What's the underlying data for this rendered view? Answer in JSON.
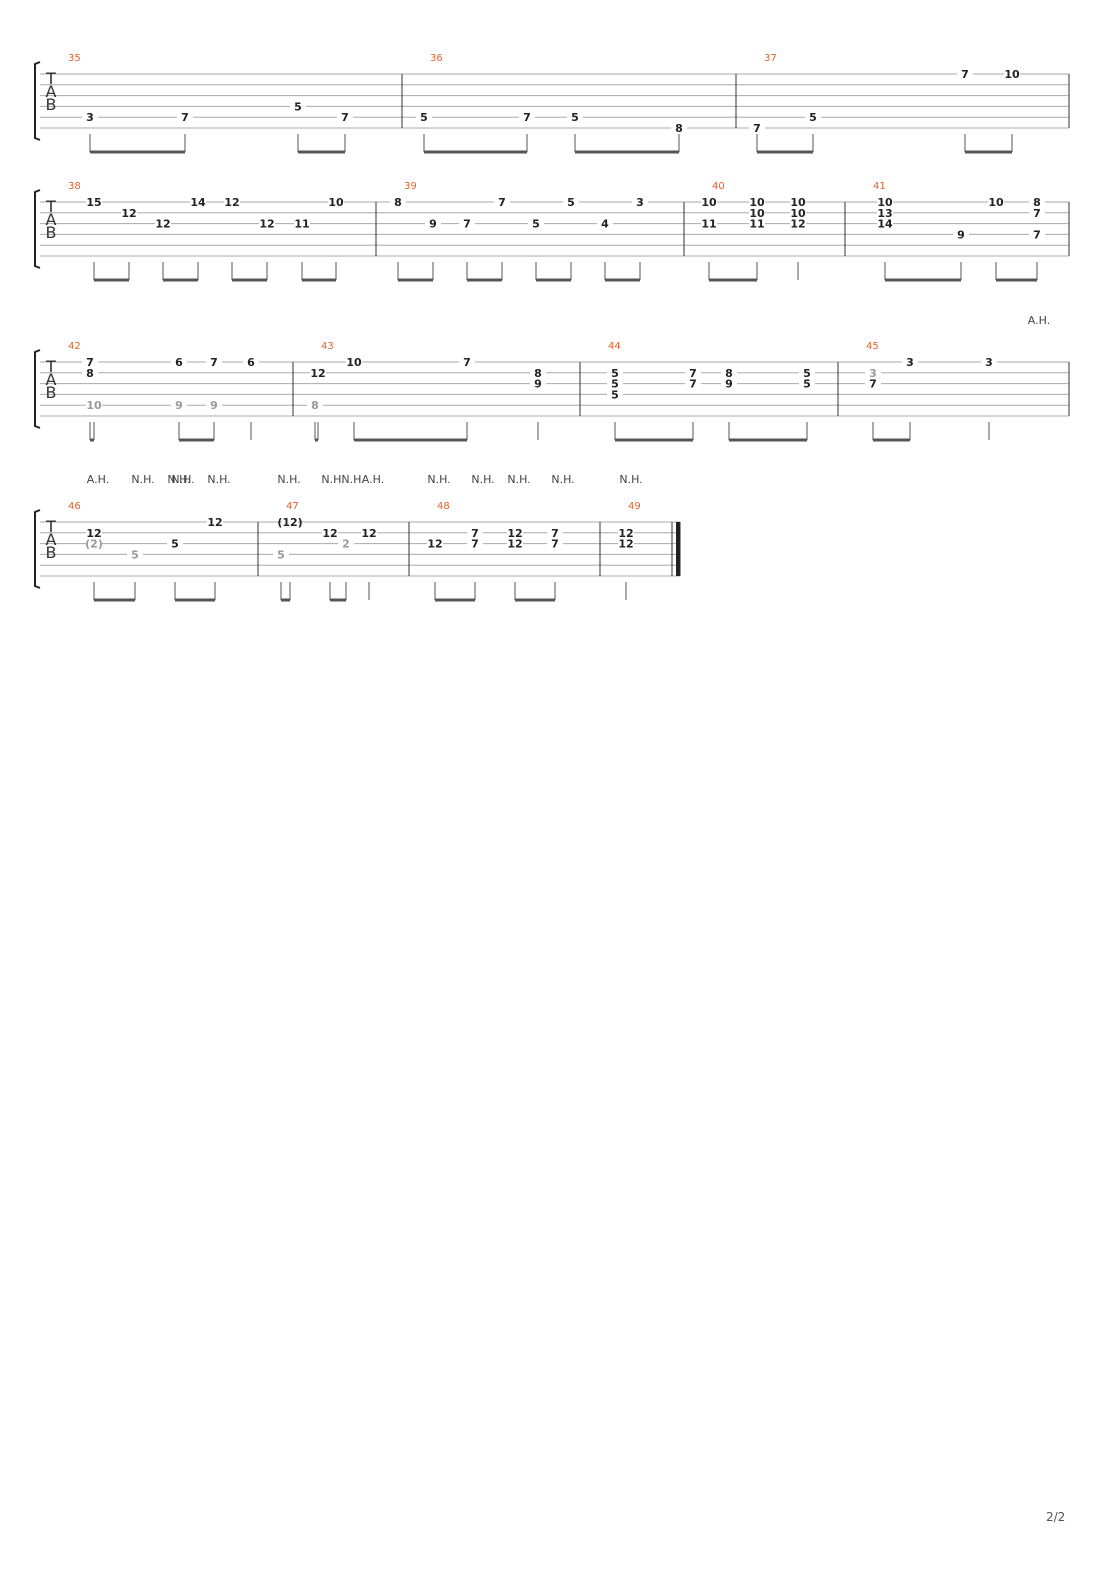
{
  "page": {
    "number": "2/2"
  },
  "clef": {
    "letters": [
      "T",
      "A",
      "B"
    ]
  },
  "colors": {
    "bar_number": "#e8602c",
    "fret": "#222222",
    "ghost": "#999999",
    "line": "#aaaaaa"
  },
  "systems": [
    {
      "measures": [
        {
          "number": "35",
          "notes": [
            {
              "fret": "3",
              "string": 4
            },
            {
              "fret": "7",
              "string": 4
            },
            {
              "fret": "5",
              "string": 3
            },
            {
              "fret": "7",
              "string": 4
            }
          ]
        },
        {
          "number": "36",
          "notes": [
            {
              "fret": "5",
              "string": 4
            },
            {
              "fret": "7",
              "string": 4
            },
            {
              "fret": "5",
              "string": 4
            },
            {
              "fret": "8",
              "string": 5
            }
          ]
        },
        {
          "number": "37",
          "notes": [
            {
              "fret": "7",
              "string": 5
            },
            {
              "fret": "5",
              "string": 4
            },
            {
              "fret": "7",
              "string": 0
            },
            {
              "fret": "10",
              "string": 0
            }
          ]
        }
      ]
    },
    {
      "measures": [
        {
          "number": "38",
          "notes": [
            {
              "fret": "15",
              "string": 0
            },
            {
              "fret": "12",
              "string": 1
            },
            {
              "fret": "12",
              "string": 2
            },
            {
              "fret": "14",
              "string": 0
            },
            {
              "fret": "12",
              "string": 0
            },
            {
              "fret": "12",
              "string": 2
            },
            {
              "fret": "11",
              "string": 2
            },
            {
              "fret": "10",
              "string": 0
            }
          ]
        },
        {
          "number": "39",
          "notes": [
            {
              "fret": "8",
              "string": 0
            },
            {
              "fret": "9",
              "string": 2
            },
            {
              "fret": "7",
              "string": 2
            },
            {
              "fret": "7",
              "string": 0
            },
            {
              "fret": "5",
              "string": 2
            },
            {
              "fret": "5",
              "string": 0
            },
            {
              "fret": "4",
              "string": 2
            },
            {
              "fret": "3",
              "string": 0
            }
          ]
        },
        {
          "number": "40",
          "notes": [
            {
              "fret": "10",
              "string": 0
            },
            {
              "fret": "11",
              "string": 2
            },
            {
              "fret": "10",
              "string": 0
            },
            {
              "fret": "10",
              "string": 1
            },
            {
              "fret": "11",
              "string": 2
            },
            {
              "fret": "10",
              "string": 0
            },
            {
              "fret": "10",
              "string": 1
            },
            {
              "fret": "12",
              "string": 2
            }
          ]
        },
        {
          "number": "41",
          "notes": [
            {
              "fret": "10",
              "string": 0
            },
            {
              "fret": "13",
              "string": 1
            },
            {
              "fret": "14",
              "string": 2
            },
            {
              "fret": "9",
              "string": 3
            },
            {
              "fret": "10",
              "string": 0
            },
            {
              "fret": "8",
              "string": 0
            },
            {
              "fret": "7",
              "string": 1
            },
            {
              "fret": "7",
              "string": 3
            }
          ]
        }
      ]
    },
    {
      "annotations": [
        "A.H."
      ],
      "measures": [
        {
          "number": "42",
          "notes": [
            {
              "fret": "7",
              "string": 0
            },
            {
              "fret": "8",
              "string": 1
            },
            {
              "fret": "10",
              "string": 4,
              "ghost": true
            },
            {
              "fret": "6",
              "string": 0
            },
            {
              "fret": "9",
              "string": 4,
              "ghost": true
            },
            {
              "fret": "7",
              "string": 0
            },
            {
              "fret": "9",
              "string": 4,
              "ghost": true
            },
            {
              "fret": "6",
              "string": 0
            }
          ]
        },
        {
          "number": "43",
          "notes": [
            {
              "fret": "12",
              "string": 1
            },
            {
              "fret": "8",
              "string": 4,
              "ghost": true
            },
            {
              "fret": "10",
              "string": 0
            },
            {
              "fret": "7",
              "string": 0
            },
            {
              "fret": "8",
              "string": 1
            },
            {
              "fret": "9",
              "string": 2
            }
          ]
        },
        {
          "number": "44",
          "notes": [
            {
              "fret": "5",
              "string": 1
            },
            {
              "fret": "5",
              "string": 2
            },
            {
              "fret": "5",
              "string": 3
            },
            {
              "fret": "7",
              "string": 1
            },
            {
              "fret": "7",
              "string": 2
            },
            {
              "fret": "8",
              "string": 1
            },
            {
              "fret": "9",
              "string": 2
            },
            {
              "fret": "5",
              "string": 1
            },
            {
              "fret": "5",
              "string": 2
            }
          ]
        },
        {
          "number": "45",
          "notes": [
            {
              "fret": "3",
              "string": 1,
              "ghost": true
            },
            {
              "fret": "7",
              "string": 2
            },
            {
              "fret": "3",
              "string": 0
            },
            {
              "fret": "3",
              "string": 0
            }
          ]
        }
      ]
    },
    {
      "annotations": [
        "A.H.",
        "N.H.",
        "N.H.",
        "N.H.",
        "N.H.",
        "N.H.",
        "N.H.",
        "A.H.",
        "N.H.",
        "N.H.",
        "N.H.",
        "N.H.",
        "N.H.",
        "N.H."
      ],
      "measures": [
        {
          "number": "46",
          "notes": [
            {
              "fret": "12",
              "string": 1
            },
            {
              "fret": "(2)",
              "string": 2,
              "ghost": true
            },
            {
              "fret": "5",
              "string": 3,
              "ghost": true
            },
            {
              "fret": "5",
              "string": 2
            },
            {
              "fret": "12",
              "string": 0
            }
          ]
        },
        {
          "number": "47",
          "notes": [
            {
              "fret": "(12)",
              "string": 0
            },
            {
              "fret": "5",
              "string": 3,
              "ghost": true
            },
            {
              "fret": "12",
              "string": 1
            },
            {
              "fret": "2",
              "string": 2,
              "ghost": true
            },
            {
              "fret": "12",
              "string": 1
            }
          ]
        },
        {
          "number": "48",
          "notes": [
            {
              "fret": "12",
              "string": 2
            },
            {
              "fret": "7",
              "string": 1
            },
            {
              "fret": "7",
              "string": 2
            },
            {
              "fret": "12",
              "string": 1
            },
            {
              "fret": "12",
              "string": 2
            },
            {
              "fret": "7",
              "string": 1
            },
            {
              "fret": "7",
              "string": 2
            }
          ]
        },
        {
          "number": "49",
          "notes": [
            {
              "fret": "12",
              "string": 1
            },
            {
              "fret": "12",
              "string": 2
            }
          ]
        }
      ]
    }
  ]
}
